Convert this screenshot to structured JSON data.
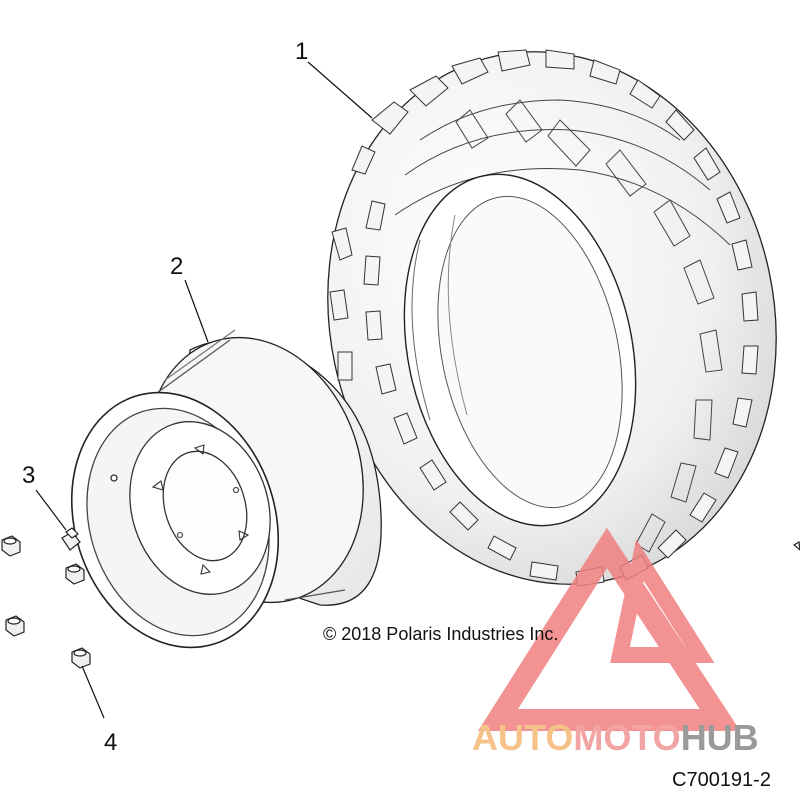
{
  "callouts": {
    "tire": "1",
    "wheel": "2",
    "valve_stem": "3",
    "lug_nut": "4"
  },
  "copyright": "© 2018 Polaris Industries Inc.",
  "diagram_code": "C700191-2",
  "watermark": {
    "part1": "AUTO",
    "part2": "MOTO",
    "part3": "HUB",
    "colors": {
      "auto": "#f5c28a",
      "moto": "#f2a3a3",
      "hub": "#9a9a9a",
      "logo": "#f08080"
    }
  }
}
